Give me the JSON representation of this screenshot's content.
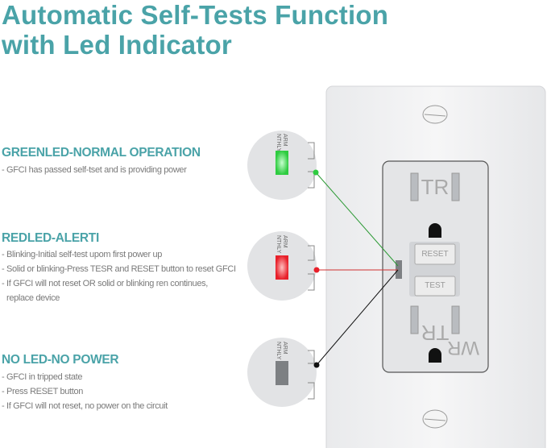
{
  "title_lines": [
    "Automatic Self-Tests Function",
    "with Led Indicator"
  ],
  "sections": [
    {
      "heading": "GREENLED-NORMAL OPERATION",
      "bullets": [
        "- GFCI has passed self-tset and is providing power"
      ],
      "led_color": "#2ecc40"
    },
    {
      "heading": "REDLED-ALERTI",
      "bullets": [
        "- Blinking-Initial self-test upom first power up",
        "- Solid or blinking-Press TESR and RESET button to reset GFCI",
        "- If GFCI will not reset OR solid or blinking ren continues,",
        "  replace device"
      ],
      "led_color": "#e8202a"
    },
    {
      "heading": "NO LED-NO POWER",
      "bullets": [
        "- GFCI in tripped state",
        "- Press RESET button",
        "- If GFCI will not reset, no power on the circuit"
      ],
      "led_color": "#7d8083"
    }
  ],
  "outlet": {
    "reset_label": "RESET",
    "test_label": "TEST",
    "tr_label": "TR",
    "wr_label": "WR",
    "arm_label": "ARM",
    "only_label": "NTHLY"
  },
  "accent_color": "#4aa3a8"
}
